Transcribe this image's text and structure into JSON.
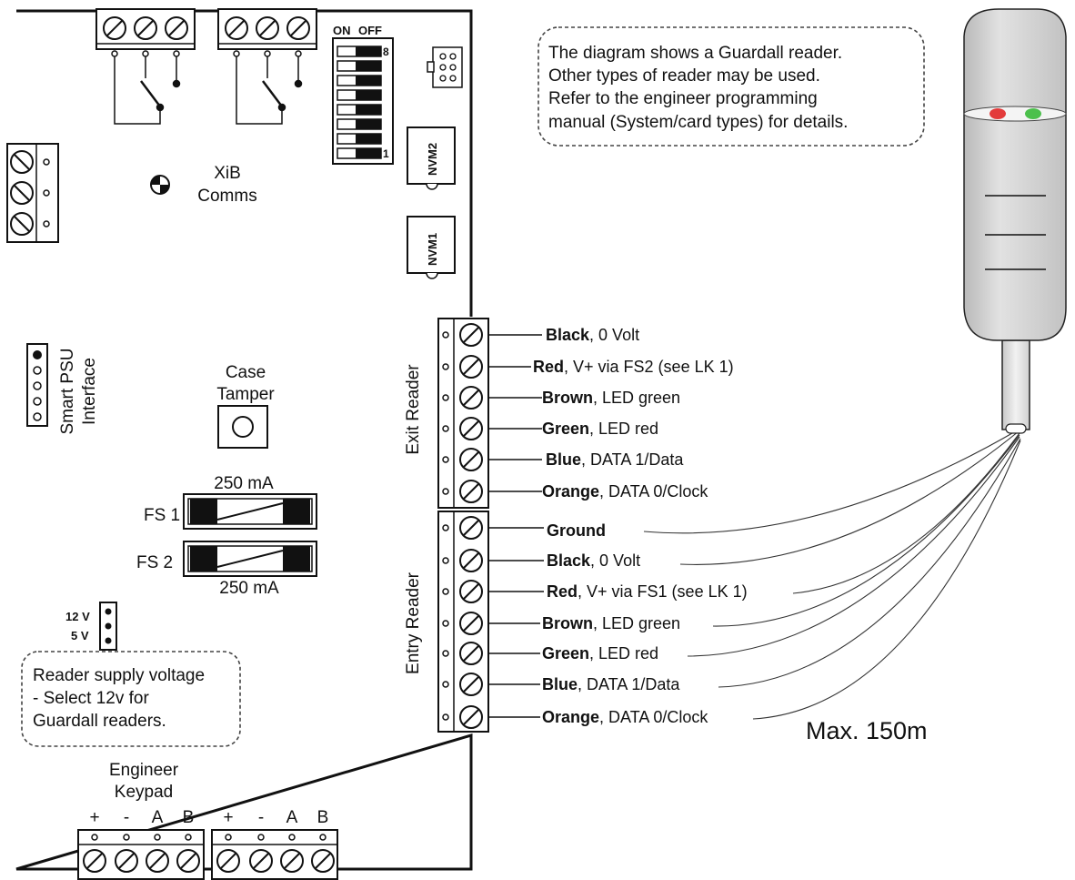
{
  "dip_switch": {
    "on_label": "ON",
    "off_label": "OFF",
    "top_number": "8",
    "bottom_number": "1"
  },
  "chips": {
    "nvm2": "NVM2",
    "nvm1": "NVM1"
  },
  "xib": {
    "line1": "XiB",
    "line2": "Comms"
  },
  "psu": {
    "line1": "Smart PSU",
    "line2": "Interface"
  },
  "tamper": {
    "line1": "Case",
    "line2": "Tamper"
  },
  "fuses": {
    "fs1": "FS 1",
    "fs2": "FS 2",
    "fs1_rating": "250 mA",
    "fs2_rating": "250 mA"
  },
  "voltage_link": {
    "v12": "12 V",
    "v5": "5 V"
  },
  "supply_note": {
    "line1": "Reader supply voltage",
    "line2": "- Select 12v for",
    "line3": "Guardall readers."
  },
  "keypad": {
    "line1": "Engineer",
    "line2": "Keypad",
    "terminals": [
      "+",
      "-",
      "A",
      "B",
      "+",
      "-",
      "A",
      "B"
    ]
  },
  "info_note": {
    "line1": "The diagram shows a Guardall reader.",
    "line2": "Other types of reader may be used.",
    "line3": "Refer to the engineer programming",
    "line4": "manual (System/card types) for details."
  },
  "exit_reader": {
    "label": "Exit Reader",
    "wires": [
      {
        "color": "Black",
        "desc": ", 0 Volt"
      },
      {
        "color": "Red",
        "desc": ", V+ via FS2 (see LK 1)"
      },
      {
        "color": "Brown",
        "desc": ", LED green"
      },
      {
        "color": "Green",
        "desc": ", LED red"
      },
      {
        "color": "Blue",
        "desc": ", DATA 1/Data"
      },
      {
        "color": "Orange",
        "desc": ", DATA 0/Clock"
      }
    ]
  },
  "entry_reader": {
    "label": "Entry Reader",
    "wires": [
      {
        "color": "Ground",
        "desc": ""
      },
      {
        "color": "Black",
        "desc": ", 0 Volt"
      },
      {
        "color": "Red",
        "desc": ", V+ via FS1 (see LK 1)"
      },
      {
        "color": "Brown",
        "desc": ", LED green"
      },
      {
        "color": "Green",
        "desc": ", LED red"
      },
      {
        "color": "Blue",
        "desc": ", DATA 1/Data"
      },
      {
        "color": "Orange",
        "desc": ", DATA 0/Clock"
      }
    ]
  },
  "max_distance": "Max. 150m",
  "colors": {
    "reader_body": "#d4d4d4",
    "led_red": "#e33b3b",
    "led_green": "#4cc04c",
    "line": "#111111"
  }
}
